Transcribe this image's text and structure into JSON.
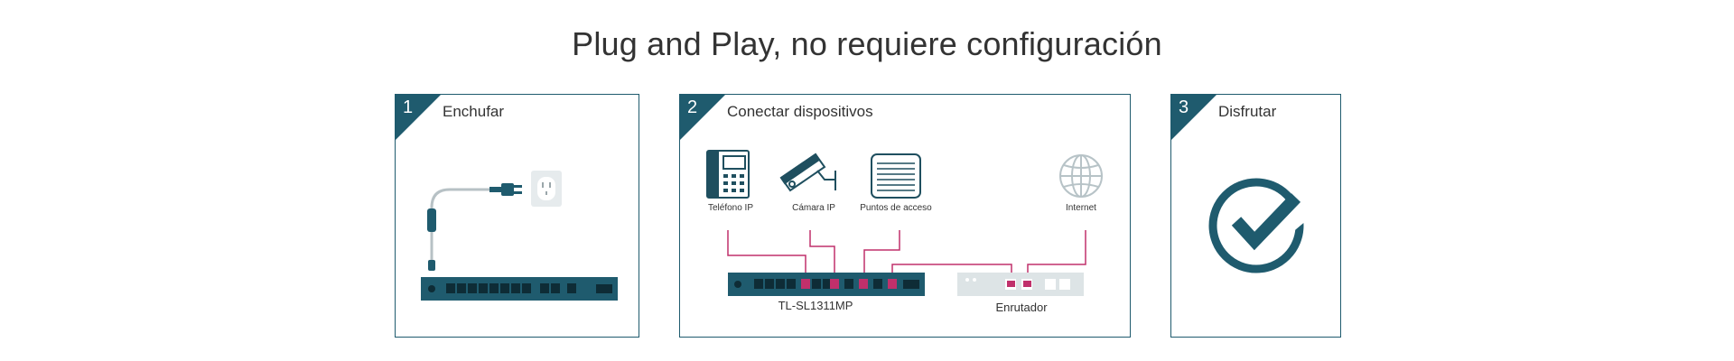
{
  "title": "Plug and Play, no requiere configuración",
  "steps": [
    {
      "number": "1",
      "title": "Enchufar"
    },
    {
      "number": "2",
      "title": "Conectar dispositivos"
    },
    {
      "number": "3",
      "title": "Disfrutar"
    }
  ],
  "devices": {
    "phone": "Teléfono IP",
    "camera": "Cámara IP",
    "access_points": "Puntos de acceso",
    "internet": "Internet"
  },
  "switch_label": "TL-SL1311MP",
  "router_label": "Enrutador",
  "colors": {
    "accent": "#1f5b6e",
    "cable": "#c0306b",
    "icon_stroke": "#1f4f5f"
  }
}
